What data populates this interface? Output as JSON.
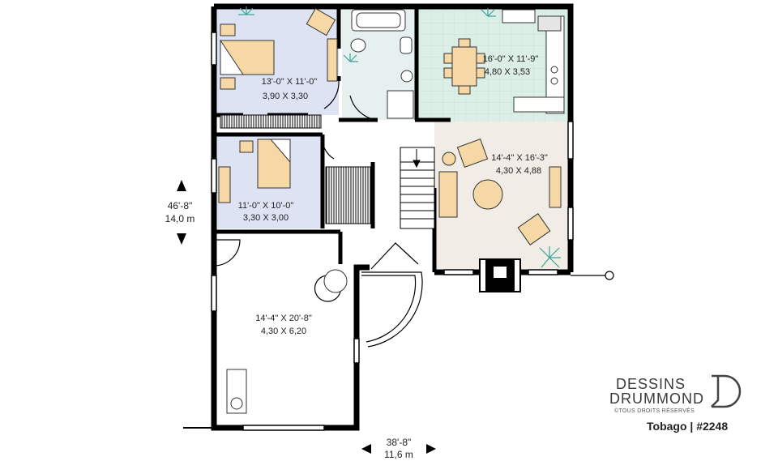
{
  "rooms": {
    "master_bedroom": {
      "dims_imperial": "13'-0\" X 11'-0\"",
      "dims_metric": "3,90 X 3,30"
    },
    "bedroom_2": {
      "dims_imperial": "11'-0\" X 10'-0\"",
      "dims_metric": "3,30 X 3,00"
    },
    "kitchen": {
      "dims_imperial": "16'-0\" X 11'-9\"",
      "dims_metric": "4,80 X 3,53"
    },
    "living_room": {
      "dims_imperial": "14'-4\" X 16'-3\"",
      "dims_metric": "4,30 X 4,88"
    },
    "garage": {
      "dims_imperial": "14'-4\" X 20'-8\"",
      "dims_metric": "4,30 X 6,20"
    }
  },
  "overall": {
    "depth_imperial": "46'-8\"",
    "depth_metric": "14,0 m",
    "width_imperial": "38'-8\"",
    "width_metric": "11,6 m"
  },
  "brand": {
    "line1": "DESSINS",
    "line2": "DRUMMOND",
    "rights": "©TOUS DROITS RÉSERVÉS",
    "plan_name": "Tobago | #2248"
  },
  "colors": {
    "bedroom_fill": "#dde3f3",
    "kitchen_fill": "#dcefe6",
    "living_fill": "#f2ece6",
    "furniture": "#f6d7a6",
    "wall": "#000000"
  }
}
